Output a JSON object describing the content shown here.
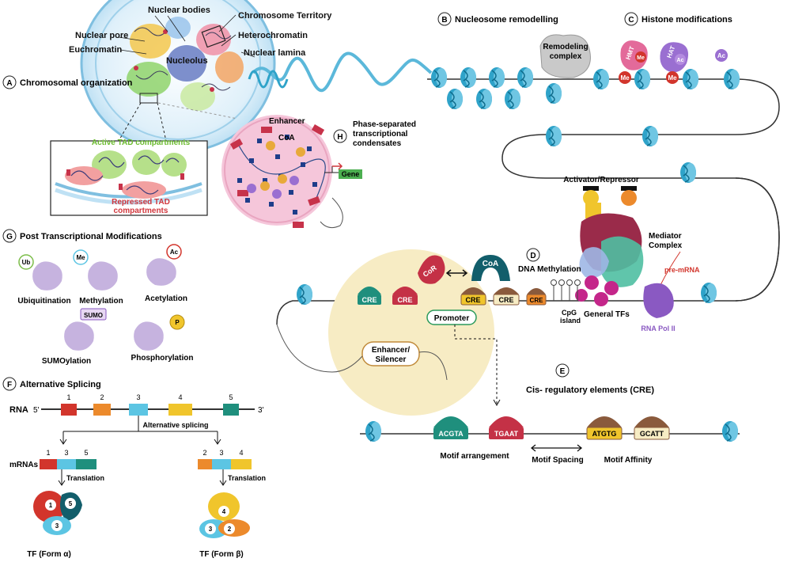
{
  "panels": {
    "a": {
      "letter": "A",
      "title": "Chromosomal organization"
    },
    "b": {
      "letter": "B",
      "title": "Nucleosome remodelling"
    },
    "c": {
      "letter": "C",
      "title": "Histone modifications"
    },
    "d": {
      "letter": "D",
      "title": "DNA Methylation"
    },
    "e": {
      "letter": "E",
      "title": "Cis- regulatory elements (CRE)"
    },
    "f": {
      "letter": "F",
      "title": "Alternative Splicing"
    },
    "g": {
      "letter": "G",
      "title": "Post Transcriptional Modifications"
    },
    "h": {
      "letter": "H",
      "title_l1": "Phase-separated",
      "title_l2": "transcriptional",
      "title_l3": "condensates"
    }
  },
  "nucleus": {
    "nuclear_bodies": "Nuclear bodies",
    "chromosome_territory": "Chromosome Territory",
    "nuclear_pore": "Nuclear pore",
    "heterochromatin": "Heterochromatin",
    "euchromatin": "Euchromatin",
    "nuclear_lamina": "Nuclear lamina",
    "nucleolus": "Nucleolus"
  },
  "tad": {
    "active": "Active TAD compartments",
    "repressed_l1": "Repressed TAD",
    "repressed_l2": "compartments"
  },
  "condensate": {
    "enhancer": "Enhancer",
    "coa": "CoA",
    "gene": "Gene"
  },
  "remodeling": {
    "l1": "Remodeling",
    "l2": "complex"
  },
  "histone_marks": {
    "hmt": "HMT",
    "me": "Me",
    "hat": "HAT",
    "ac": "Ac"
  },
  "transcription": {
    "activator_repressor": "Activator/Repressor",
    "mediator_l1": "Mediator",
    "mediator_l2": "Complex",
    "pre_mrna": "pre-mRNA",
    "general_tfs": "General TFs",
    "rna_pol": "RNA Pol II",
    "cpg_l1": "CpG",
    "cpg_l2": "island",
    "cor": "CoR",
    "coa": "CoA",
    "cre": "CRE",
    "promoter": "Promoter",
    "enhancer_l1": "Enhancer/",
    "enhancer_l2": "Silencer"
  },
  "cre_motifs": {
    "m1": "ACGTA",
    "m2": "TGAAT",
    "m3": "ATGTG",
    "m4": "GCATT",
    "arrangement": "Motif arrangement",
    "spacing": "Motif Spacing",
    "affinity": "Motif Affinity"
  },
  "ptm": {
    "ub": "Ub",
    "ubiquitination": "Ubiquitination",
    "me": "Me",
    "methylation": "Methylation",
    "ac": "Ac",
    "acetylation": "Acetylation",
    "sumo": "SUMO",
    "sumoylation": "SUMOylation",
    "p": "P",
    "phosphorylation": "Phosphorylation"
  },
  "splicing": {
    "rna": "RNA",
    "five_prime": "5'",
    "three_prime": "3'",
    "exons": [
      "1",
      "2",
      "3",
      "4",
      "5"
    ],
    "alt_splicing": "Alternative splicing",
    "mrnas": "mRNAs",
    "iso_a": [
      "1",
      "3",
      "5"
    ],
    "iso_b": [
      "2",
      "3",
      "4"
    ],
    "translation": "Translation",
    "form_a": "TF (Form α)",
    "form_b": "TF (Form β)",
    "prot_a": [
      "1",
      "5",
      "3"
    ],
    "prot_b": [
      "4",
      "3",
      "2"
    ]
  },
  "colors": {
    "nucleosome": "#2fa3c9",
    "exon1": "#d2352c",
    "exon2": "#ec8a2c",
    "exon3": "#5cc5e3",
    "exon4": "#f0c52c",
    "exon5": "#1f8f7d",
    "promoter_halo": "#f7ecc4",
    "tad_active": "#b6e08a",
    "tad_repressed": "#f2a0a0"
  }
}
